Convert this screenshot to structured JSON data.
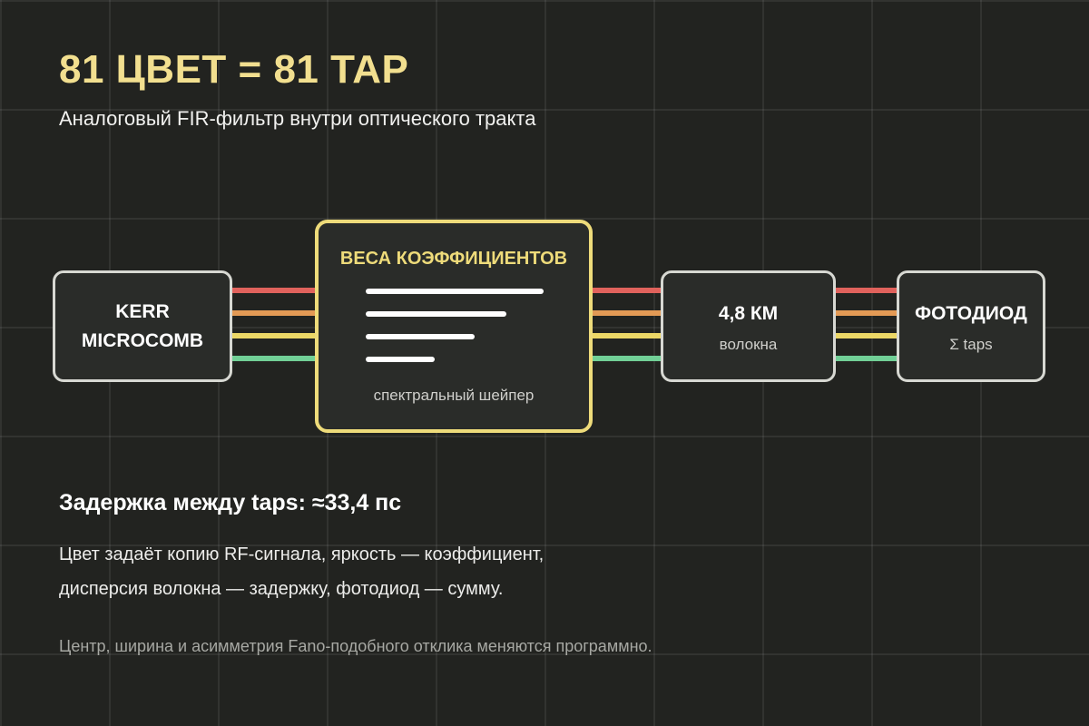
{
  "title": "81 ЦВЕТ = 81 TAP",
  "subtitle": "Аналоговый FIR-фильтр внутри оптического тракта",
  "blocks": {
    "source": {
      "line1": "KERR",
      "line2": "MICROCOMB"
    },
    "shaper": {
      "title": "ВЕСА КОЭФФИЦИЕНТОВ",
      "subtitle": "спектральный шейпер"
    },
    "fiber": {
      "title": "4,8 КМ",
      "subtitle": "волокна"
    },
    "photodiode": {
      "title": "ФОТОДИОД",
      "subtitle": "Σ taps"
    }
  },
  "wire_colors": [
    "#e0625c",
    "#e39a55",
    "#ecd766",
    "#71cf96"
  ],
  "shaper_weights": [
    1.0,
    0.79,
    0.61,
    0.39
  ],
  "delay_text": "Задержка между taps: ≈33,4 пс",
  "description": {
    "line1": "Цвет задаёт копию RF-сигнала, яркость — коэффициент,",
    "line2": "дисперсия волокна — задержку, фотодиод — сумму."
  },
  "note": "Центр, ширина и асимметрия Fano-подобного отклика меняются программно.",
  "colors": {
    "background": "#222320",
    "title": "#f2df8f",
    "shaper_border": "#eedb7a",
    "box_border": "#d7d8d2"
  }
}
